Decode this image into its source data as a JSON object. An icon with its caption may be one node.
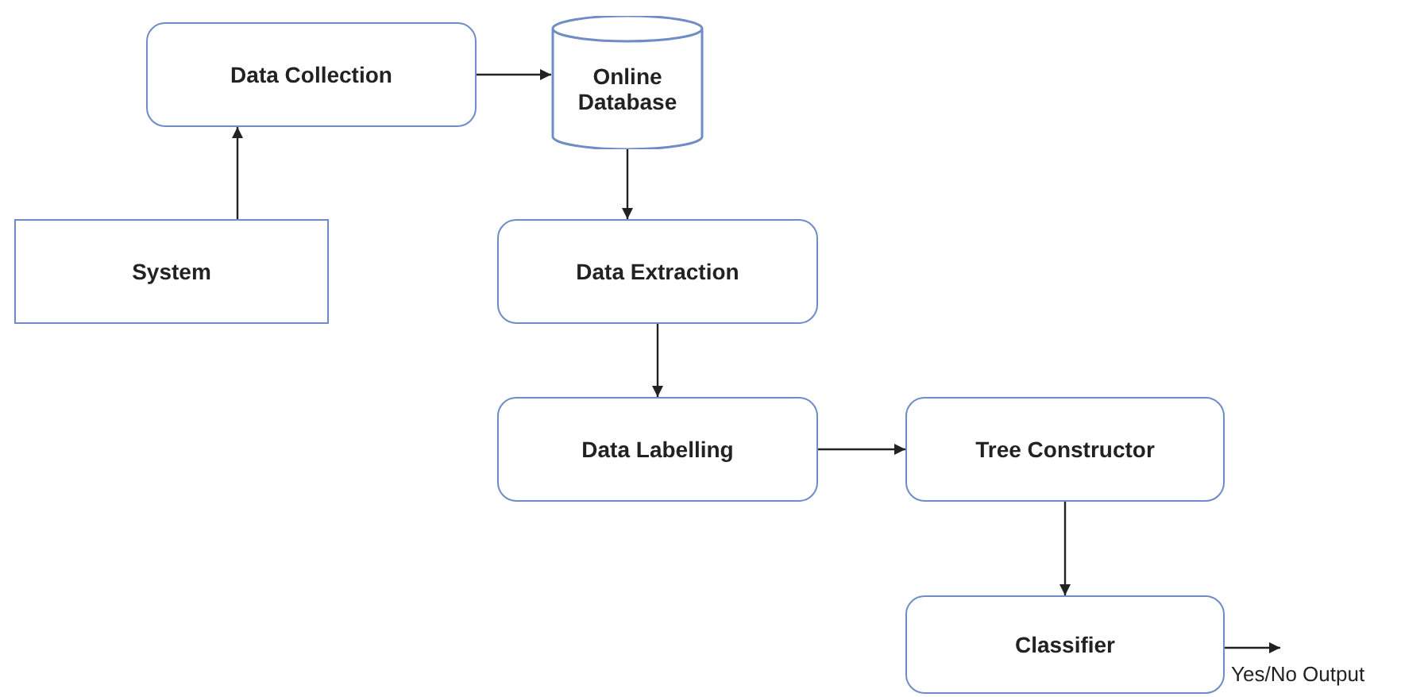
{
  "diagram": {
    "nodes": [
      {
        "text": [
          "Data Collection"
        ]
      },
      {
        "text": [
          "Online Database"
        ]
      },
      {
        "text": [
          "System"
        ]
      },
      {
        "text": [
          "Data Extraction"
        ]
      },
      {
        "text": [
          "Data Labelling"
        ]
      },
      {
        "text": [
          "Tree Constructor"
        ]
      },
      {
        "text": [
          "Classifier"
        ]
      },
      {
        "text": [
          "Yes/No Output"
        ]
      }
    ],
    "edges": [
      {
        "from": 2,
        "to": 0,
        "arrow": "to"
      },
      {
        "from": 0,
        "to": 1,
        "arrow": "to"
      },
      {
        "from": 1,
        "to": 3,
        "arrow": "to"
      },
      {
        "from": 3,
        "to": 4,
        "arrow": "to"
      },
      {
        "from": 4,
        "to": 5,
        "arrow": "to"
      },
      {
        "from": 5,
        "to": 6,
        "arrow": "to"
      },
      {
        "from": 6,
        "to": 7,
        "arrow": "to"
      }
    ]
  }
}
